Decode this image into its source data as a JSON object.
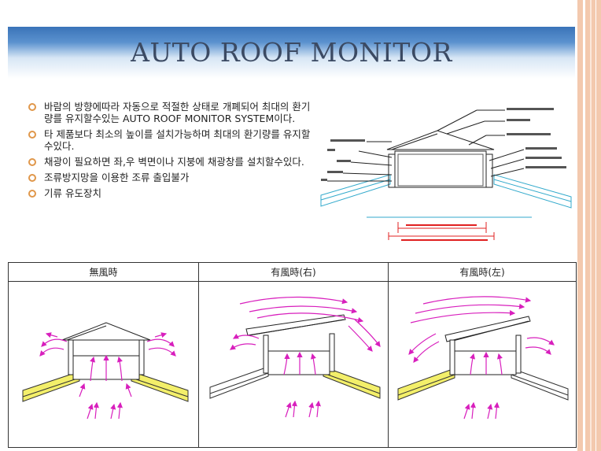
{
  "title": "AUTO ROOF MONITOR",
  "bullets": [
    "바람의 방향에따라 자동으로 적절한 상태로 개폐되어 최대의 환기량를 유지할수있는 AUTO ROOF MONITOR SYSTEM이다.",
    "타 제품보다 최소의 높이를 설치가능하며 최대의 환기량를 유지할수있다.",
    "채광이 필요하면 좌,우 벽면이나 지붕에 채광창를 설치할수있다.",
    "조류방지망을 이용한 조류 출입불가",
    "기류 유도장치"
  ],
  "panel": {
    "headers": [
      "無風時",
      "有風時(右)",
      "有風時(左)"
    ]
  },
  "colors": {
    "accent": "#e0974a",
    "title_band": "#3a73b8",
    "airflow": "#d81fbd",
    "roof_fill": "#f3ef6a",
    "drawing_cyan": "#33aacc"
  }
}
